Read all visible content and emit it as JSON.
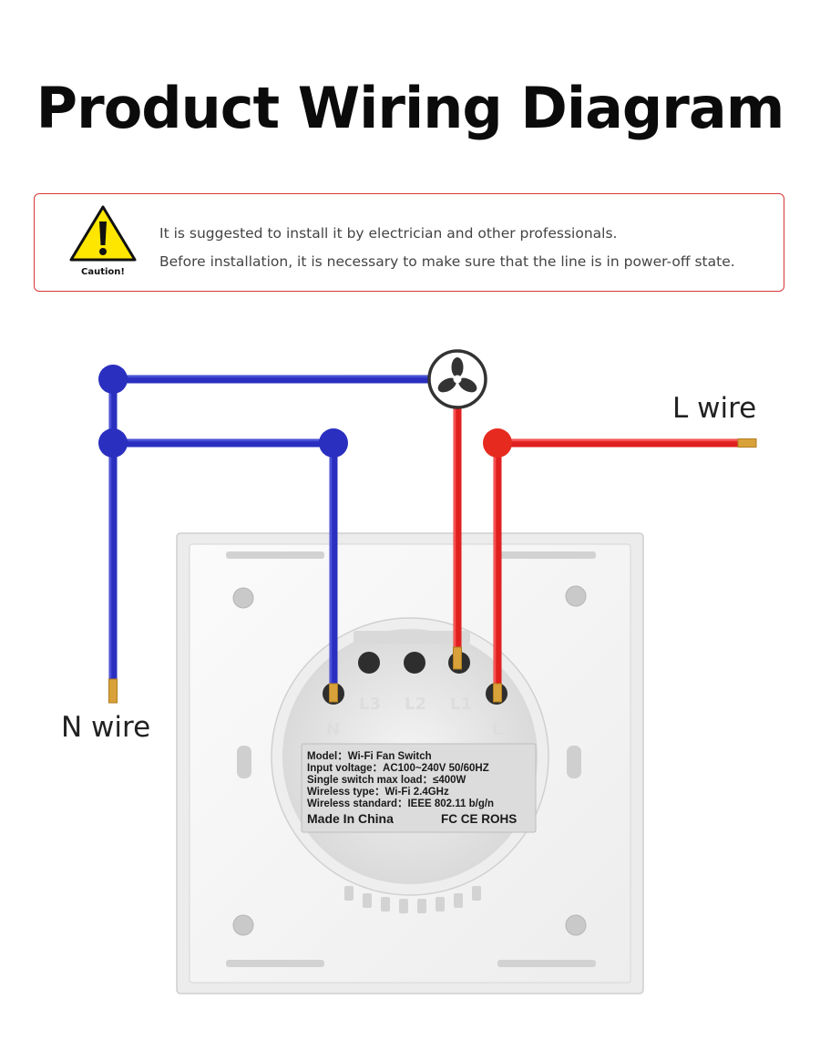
{
  "title": "Product Wiring Diagram",
  "caution": {
    "label": "Caution!",
    "lines": [
      "It is suggested to install it by electrician and other professionals.",
      "Before installation, it is necessary to make sure that the line is in power-off state."
    ]
  },
  "wires": {
    "l_label": "L wire",
    "n_label": "N wire"
  },
  "terminals": [
    "L3",
    "L2",
    "L1",
    "N",
    "L"
  ],
  "spec_label": {
    "lines": [
      "Model：Wi-Fi Fan Switch",
      "Input voltage：AC100~240V  50/60HZ",
      "Single switch max load：≤400W",
      "Wireless type：Wi-Fi 2.4GHz",
      "Wireless standard：IEEE 802.11 b/g/n"
    ],
    "made_in": "Made In China",
    "cert": "FC CE ROHS"
  },
  "colors": {
    "neutral_wire": "#2a2fc0",
    "live_wire": "#e01f1f",
    "caution_border": "#d8373a",
    "warning_yellow": "#ffe600"
  },
  "icons": {
    "caution": "warning-triangle-icon",
    "load": "fan-icon"
  }
}
